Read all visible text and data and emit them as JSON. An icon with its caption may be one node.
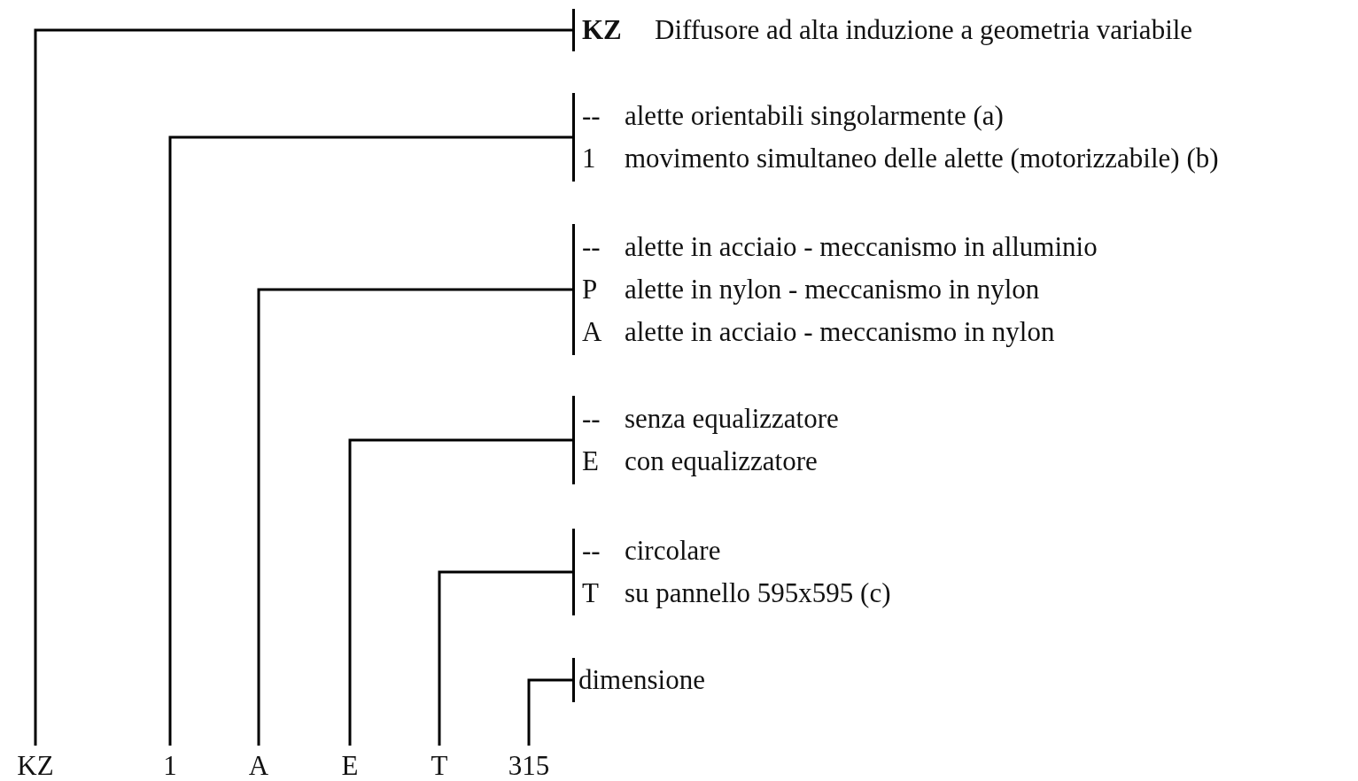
{
  "diagram": {
    "nodes": [
      {
        "text": [
          "KZ",
          "Diffusore ad alta induzione a geometria variabile"
        ]
      },
      {
        "text": [
          "--",
          "alette orientabili singolarmente (a)",
          "1",
          "movimento simultaneo delle alette (motorizzabile) (b)"
        ]
      },
      {
        "text": [
          "--",
          "alette in acciaio - meccanismo in alluminio",
          "P",
          "alette in nylon - meccanismo in nylon",
          "A",
          "alette in acciaio - meccanismo in nylon"
        ]
      },
      {
        "text": [
          "--",
          "senza equalizzatore",
          "E",
          "con equalizzatore"
        ]
      },
      {
        "text": [
          "--",
          "circolare",
          "T",
          "su pannello 595x595 (c)"
        ]
      },
      {
        "text": [
          "dimensione"
        ]
      },
      {
        "text": [
          "KZ"
        ]
      },
      {
        "text": [
          "1"
        ]
      },
      {
        "text": [
          "A"
        ]
      },
      {
        "text": [
          "E"
        ]
      },
      {
        "text": [
          "T"
        ]
      },
      {
        "text": [
          "315"
        ]
      }
    ],
    "edges": [
      {
        "from": 6,
        "to": 0,
        "arrow": "none"
      },
      {
        "from": 7,
        "to": 1,
        "arrow": "none"
      },
      {
        "from": 8,
        "to": 2,
        "arrow": "none"
      },
      {
        "from": 9,
        "to": 3,
        "arrow": "none"
      },
      {
        "from": 10,
        "to": 4,
        "arrow": "none"
      },
      {
        "from": 11,
        "to": 5,
        "arrow": "none"
      }
    ]
  }
}
